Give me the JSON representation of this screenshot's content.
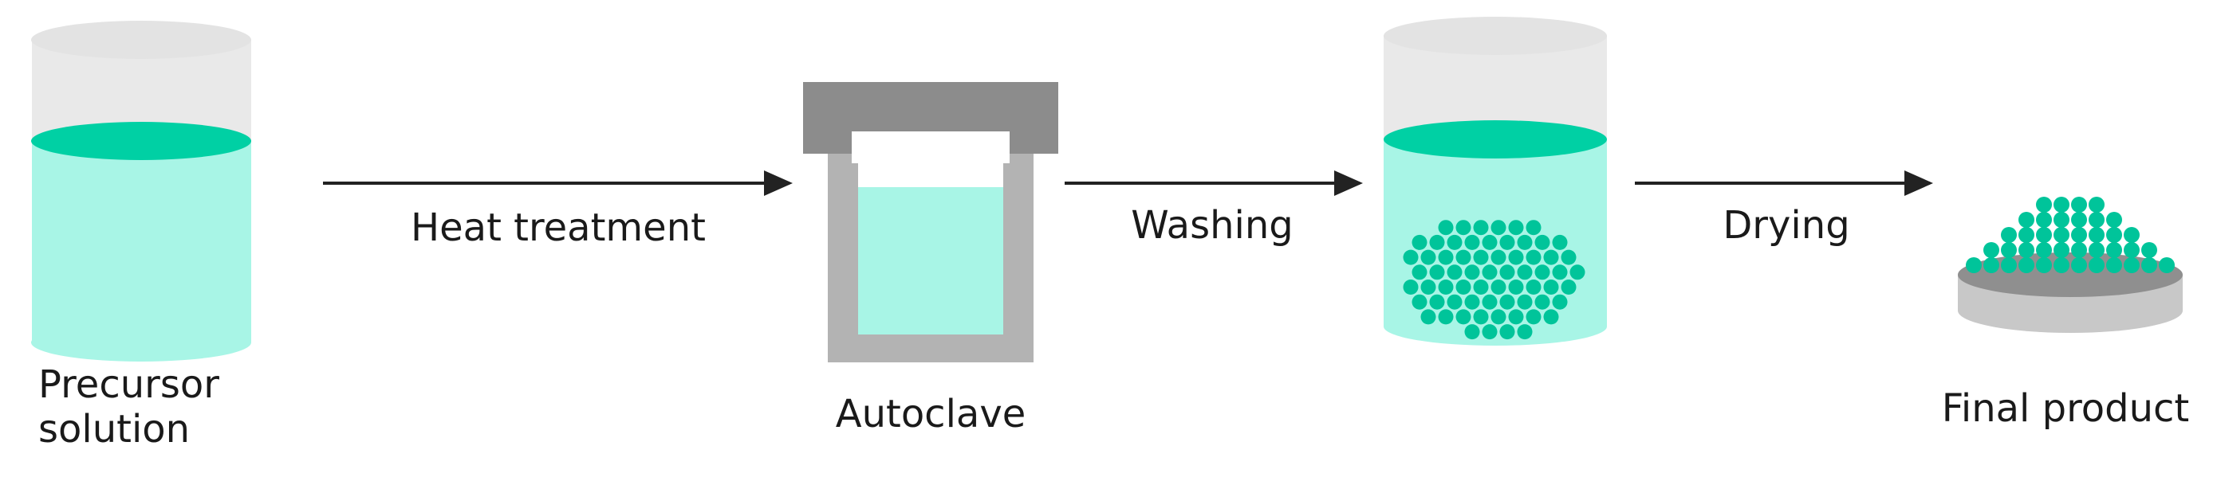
{
  "stages": {
    "precursor": {
      "label": "Precursor\nsolution"
    },
    "autoclave": {
      "label": "Autoclave"
    },
    "washing_vessel": {
      "label": ""
    },
    "final_product": {
      "label": "Final product"
    }
  },
  "steps": {
    "heat_treatment": "Heat treatment",
    "washing": "Washing",
    "drying": "Drying"
  },
  "colors": {
    "liquid": "#a8f5e6",
    "liquid_top": "#00d0a4",
    "particle": "#00c49a",
    "glass": "#e9e9e9",
    "autoclave_dark": "#8c8c8c",
    "autoclave_light": "#b3b3b3",
    "dish_top": "#8f8f8f",
    "dish_side": "#c8c8c8",
    "arrow": "#222222"
  }
}
